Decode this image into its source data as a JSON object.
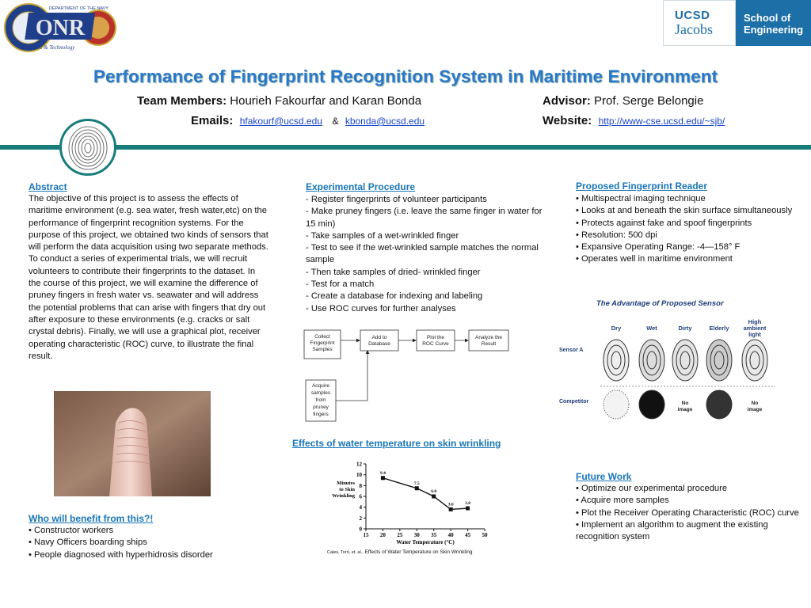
{
  "header": {
    "onr_logo_text": "ONR",
    "onr_ring_top": "DEPARTMENT OF THE NAVY",
    "onr_ring_bottom": "Science & Technology",
    "ucsd_top": "UCSD",
    "ucsd_jacobs": "Jacobs",
    "school_line1": "School of",
    "school_line2": "Engineering",
    "title": "Performance of Fingerprint Recognition System in Maritime Environment"
  },
  "team": {
    "label": "Team Members:",
    "names": "Hourieh Fakourfar and Karan Bonda",
    "emails_label": "Emails:",
    "email1": "hfakourf@ucsd.edu",
    "amp": "&",
    "email2": "kbonda@ucsd.edu"
  },
  "advisor": {
    "label": "Advisor:",
    "name": "Prof. Serge Belongie",
    "website_label": "Website:",
    "website": "http://www-cse.ucsd.edu/~sjb/"
  },
  "abstract": {
    "title": "Abstract",
    "text": "The objective of this project is to assess the effects of maritime environment (e.g. sea water, fresh water,etc) on the performance of fingerprint recognition systems. For the purpose of this project, we obtained two kinds of sensors that will perform the data acquisition using two separate methods. To conduct a series of experimental trials, we will recruit volunteers to contribute their fingerprints to the dataset. In the course of this project, we will examine the difference of pruney fingers in fresh water vs. seawater and will address the potential problems that can arise with fingers that dry out after exposure to these environments (e.g. cracks or salt crystal debris). Finally, we will use a graphical plot, receiver operating characteristic (ROC) curve, to illustrate the final result."
  },
  "benefit": {
    "title": "Who will benefit from this?!",
    "items": [
      "• Constructor workers",
      "• Navy Officers boarding ships",
      "• People diagnosed with hyperhidrosis disorder"
    ]
  },
  "procedure": {
    "title": "Experimental Procedure",
    "items": [
      "- Register fingerprints of volunteer participants",
      "- Make pruney fingers (i.e. leave the same finger in water for 15 min)",
      "- Take samples of a wet-wrinkled finger",
      "- Test to see if the wet-wrinkled sample matches the normal sample",
      "- Then take samples of dried- wrinkled finger",
      "- Test for a match",
      "- Create a database for indexing and labeling",
      "- Use ROC curves for further analyses"
    ]
  },
  "flowchart": {
    "box1": [
      "Collect",
      "Fingerprint",
      "Samples"
    ],
    "box2": [
      "Add to",
      "Database"
    ],
    "box3": [
      "Plot the",
      "ROC  Curve"
    ],
    "box4": [
      "Analyze the",
      "Result"
    ],
    "box5": [
      "Acquire",
      "samples",
      "from",
      "pruney",
      "fingers"
    ]
  },
  "temperature": {
    "title": "Effects of water temperature on skin wrinkling",
    "caption_small": "Cales, Torri, et. al.,",
    "caption": "Effects of Water Temperature on Skin Wrinkling"
  },
  "chart_data": {
    "type": "line",
    "x": [
      20,
      30,
      35,
      40,
      45
    ],
    "values": [
      9.4,
      7.5,
      6.0,
      3.6,
      3.8
    ],
    "data_labels": [
      "9.4",
      "7.5",
      "6.0",
      "3.6",
      "3.8"
    ],
    "xlabel": "Water Temperature (°C)",
    "ylabel_lines": [
      "Minutes",
      "to Skin",
      "Wrinkling"
    ],
    "x_ticks": [
      "15",
      "20",
      "25",
      "30",
      "35",
      "40",
      "45",
      "50"
    ],
    "y_ticks": [
      "0",
      "2",
      "4",
      "6",
      "8",
      "10",
      "12"
    ],
    "xlim": [
      15,
      50
    ],
    "ylim": [
      0,
      12
    ]
  },
  "reader": {
    "title": "Proposed Fingerprint Reader",
    "items": [
      "• Multispectral imaging technique",
      "• Looks at and beneath the skin surface simultaneously",
      "• Protects against fake and spoof fingerprints",
      "• Resolution: 500 dpi",
      "• Expansive Operating Range:  -4—158° F",
      "• Operates well in maritime environment"
    ]
  },
  "sensor_fig": {
    "title": "The Advantage of Proposed Sensor",
    "cols": [
      "Dry",
      "Wet",
      "Dirty",
      "Elderly",
      "High",
      "ambient",
      "light"
    ],
    "rows": [
      "Sensor A",
      "Competitor"
    ],
    "no_image": [
      "No",
      "image"
    ]
  },
  "future": {
    "title": "Future Work",
    "items": [
      "• Optimize our experimental procedure",
      "•  Acquire more samples",
      "•  Plot the Receiver Operating Characteristic (ROC) curve",
      "•  Implement an algorithm to augment the existing recognition system"
    ]
  }
}
